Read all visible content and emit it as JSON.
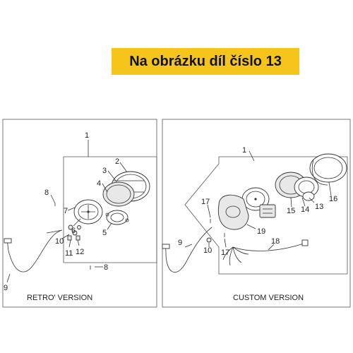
{
  "banner": {
    "text": "Na obrázku díl číslo 13"
  },
  "panels": {
    "retro": {
      "caption": "RETRO' VERSION",
      "labels": [
        "1",
        "2",
        "3",
        "4",
        "5",
        "6",
        "7",
        "8",
        "8",
        "9",
        "10",
        "11",
        "12"
      ]
    },
    "custom": {
      "caption": "CUSTOM VERSION",
      "labels": [
        "1",
        "9",
        "10",
        "13",
        "14",
        "15",
        "16",
        "17",
        "17",
        "18",
        "19"
      ]
    }
  },
  "colors": {
    "banner_bg": "#f5c51c",
    "frame": "#555555",
    "line": "#333333"
  }
}
